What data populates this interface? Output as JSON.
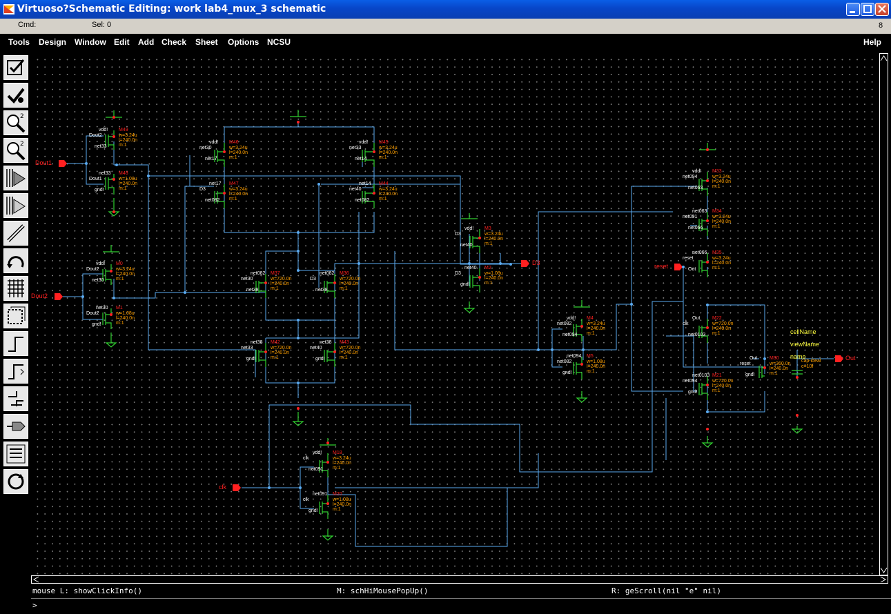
{
  "window": {
    "title": "Virtuoso?Schematic Editing: work lab4_mux_3 schematic"
  },
  "status": {
    "cmd_label": "Cmd:",
    "sel_label": "Sel: 0",
    "count": "8"
  },
  "menu": {
    "items": [
      "Tools",
      "Design",
      "Window",
      "Edit",
      "Add",
      "Check",
      "Sheet",
      "Options",
      "NCSU"
    ],
    "help": "Help"
  },
  "toolbar": {
    "icons": [
      "check-save-icon",
      "check-icon",
      "zoom-in-icon",
      "zoom-out-icon",
      "stretch-icon",
      "copy-icon",
      "wire-icon",
      "undo-icon",
      "property-icon",
      "select-icon",
      "fit-icon",
      "pin-icon",
      "instance-icon",
      "net-icon",
      "label-icon",
      "redraw-icon"
    ]
  },
  "mouse": {
    "left": "mouse L: showClickInfo()",
    "middle": "M: schHiMousePopUp()",
    "right": "R: geScroll(nil \"e\"     nil)"
  },
  "cmdline": {
    "prompt": ">"
  },
  "pins": {
    "dout1": "Dout1",
    "dout2": "Dout2",
    "d3": "D3",
    "clk": "clk",
    "reset": "reset",
    "out": "Out"
  },
  "props": {
    "cell": "cellName",
    "view": "viewName",
    "name": "name"
  },
  "transistors": [
    {
      "id": "M49",
      "net_left": "Dout2",
      "top": "vdd!",
      "bottom": "net33",
      "w": "w=3.24u",
      "l": "l=240.0n",
      "m": "m:1"
    },
    {
      "id": "M48",
      "net_left": "Dout1",
      "top": "net33",
      "bottom": "gnd!",
      "w": "w=1.08u",
      "l": "l=240.0n",
      "m": "m:1"
    },
    {
      "id": "M0",
      "net_left": "Dout2",
      "top": "vdd!",
      "bottom": "net30",
      "w": "w=3.24u",
      "l": "l=240.0n",
      "m": "m:1"
    },
    {
      "id": "M1",
      "net_left": "Dout2",
      "top": "net30",
      "bottom": "gnd!",
      "w": "w=1.08u",
      "l": "l=240.0n",
      "m": "m:1"
    },
    {
      "id": "M46",
      "net_left": "net30",
      "top": "vdd!",
      "bottom": "net17",
      "w": "w=3.24u",
      "l": "l=240.0n",
      "m": "m:1"
    },
    {
      "id": "M47",
      "net_left": "D3",
      "top": "net17",
      "bottom": "net082",
      "w": "w=3.24u",
      "l": "l=240.0n",
      "m": "m:1"
    },
    {
      "id": "M45",
      "net_left": "net33",
      "top": "vdd!",
      "bottom": "net14",
      "w": "w=3.24u",
      "l": "l=240.0n",
      "m": "m:1"
    },
    {
      "id": "M44",
      "net_left": "net40",
      "top": "net14",
      "bottom": "net082",
      "w": "w=3.24u",
      "l": "l=240.0n",
      "m": "m:1"
    },
    {
      "id": "M37",
      "net_left": "net30",
      "top": "net082",
      "bottom": "net38",
      "w": "w=720.0n",
      "l": "l=240.0n",
      "m": "m:1"
    },
    {
      "id": "M36",
      "net_left": "D3",
      "top": "net082",
      "bottom": "net38",
      "w": "w=720.0n",
      "l": "l=240.0n",
      "m": "m:1"
    },
    {
      "id": "M42",
      "net_left": "net33",
      "top": "net38",
      "bottom": "gnd!",
      "w": "w=720.0n",
      "l": "l=240.0n",
      "m": "m:1"
    },
    {
      "id": "M43",
      "net_left": "net40",
      "top": "net38",
      "bottom": "gnd!",
      "w": "w=720.0n",
      "l": "l=240.0n",
      "m": "m:1"
    },
    {
      "id": "M3",
      "net_left": "D3",
      "top": "vdd!",
      "bottom": "net40",
      "w": "w=3.24u",
      "l": "l=240.0n",
      "m": "m:1"
    },
    {
      "id": "M2",
      "net_left": "D3",
      "top": "net40",
      "bottom": "gnd!",
      "w": "w=1.08u",
      "l": "l=240.0n",
      "m": "m:1"
    },
    {
      "id": "M18",
      "net_left": "clk",
      "top": "vdd!",
      "bottom": "net091",
      "w": "w=3.24u",
      "l": "l=240.0n",
      "m": "m:1"
    },
    {
      "id": "M20",
      "net_left": "clk",
      "top": "net091",
      "bottom": "gnd!",
      "w": "w=1.08u",
      "l": "l=240.0n",
      "m": "m:1"
    },
    {
      "id": "M4",
      "net_left": "net082",
      "top": "vdd!",
      "bottom": "net094",
      "w": "w=3.24u",
      "l": "l=240.0n",
      "m": "m:1"
    },
    {
      "id": "M5",
      "net_left": "net082",
      "top": "net094",
      "bottom": "gnd!",
      "w": "w=1.08u",
      "l": "l=240.0n",
      "m": "m:1"
    },
    {
      "id": "M33",
      "net_left": "net094",
      "top": "vdd!",
      "bottom": "net063",
      "w": "w=3.24u",
      "l": "l=240.0n",
      "m": "m:1"
    },
    {
      "id": "M34",
      "net_left": "net091",
      "top": "net063",
      "bottom": "net066",
      "w": "w=3.24u",
      "l": "l=240.0n",
      "m": "m:1"
    },
    {
      "id": "M35",
      "net_left": "reset",
      "top": "net066",
      "bottom": "Out",
      "w": "w=3.24u",
      "l": "l=240.0n",
      "m": "m:1"
    },
    {
      "id": "M22",
      "net_left": "clk",
      "top": "Out",
      "bottom": "net0103",
      "w": "w=720.0n",
      "l": "l=240.0n",
      "m": "m:1"
    },
    {
      "id": "M21",
      "net_left": "net094",
      "top": "net0103",
      "bottom": "gnd!",
      "w": "w=720.0n",
      "l": "l=240.0n",
      "m": "m:1"
    },
    {
      "id": "M30",
      "net_left": "reset",
      "top": "Out",
      "bottom": "gnd!",
      "w": "w=360.0n",
      "l": "l=240.0n",
      "m": "m:1"
    }
  ],
  "cap": {
    "cap_model": "cap-ideal",
    "value": "c=10f"
  }
}
